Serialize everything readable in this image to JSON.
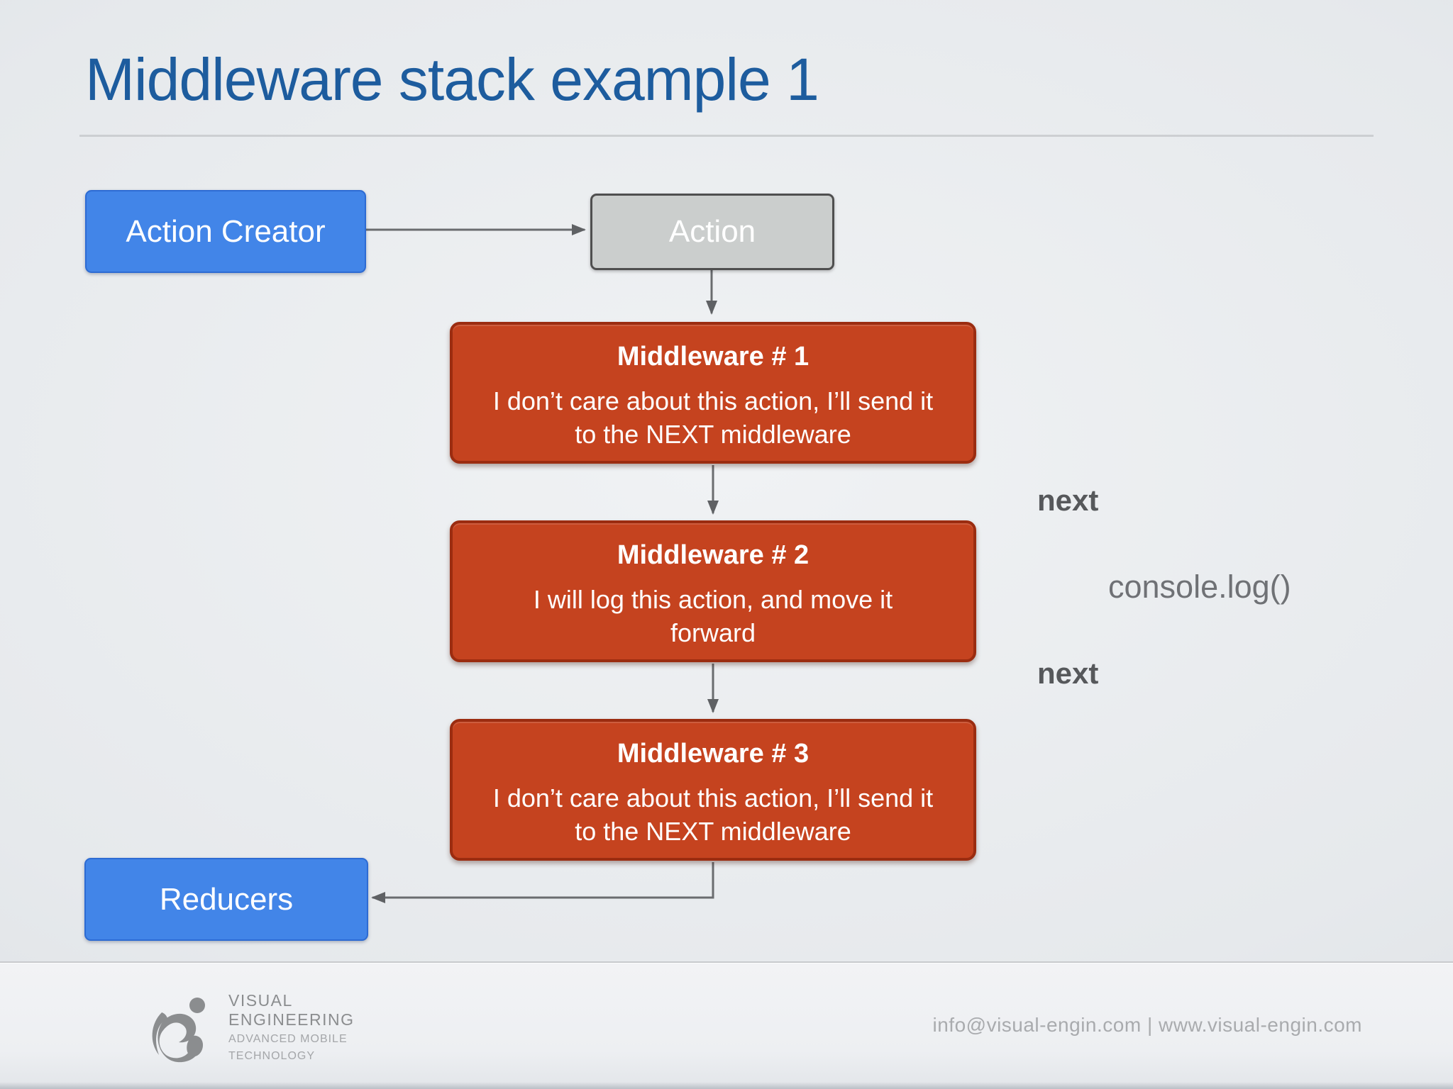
{
  "title": "Middleware stack example 1",
  "diagram": {
    "action_creator": "Action Creator",
    "action": "Action",
    "middlewares": [
      {
        "title": "Middleware # 1",
        "body": "I don’t care about this action, I’ll send it\nto the NEXT middleware"
      },
      {
        "title": "Middleware # 2",
        "body": "I will log this action, and move it\nforward"
      },
      {
        "title": "Middleware # 3",
        "body": "I don’t care about this action, I’ll send it\nto the NEXT middleware"
      }
    ],
    "reducers": "Reducers",
    "labels": [
      "next",
      "console.log()",
      "next"
    ]
  },
  "footer": {
    "logo_name_line1": "VISUAL",
    "logo_name_line2": "ENGINEERING",
    "logo_tagline_line1": "ADVANCED MOBILE",
    "logo_tagline_line2": "TECHNOLOGY",
    "contact": "info@visual-engin.com | www.visual-engin.com"
  },
  "colors": {
    "title_blue": "#1d5c9e",
    "box_blue": "#4285e8",
    "box_blue_border": "#2d6bd3",
    "box_gray": "#cbcecd",
    "box_gray_border": "#4f4f4f",
    "box_red": "#c5431f",
    "box_red_border": "#9b2c10",
    "arrow_gray": "#5f6164",
    "label_dark": "#56585b",
    "label_mid": "#6f7175",
    "footer_text": "#a9abae",
    "logo_gray": "#8b8d8f"
  }
}
